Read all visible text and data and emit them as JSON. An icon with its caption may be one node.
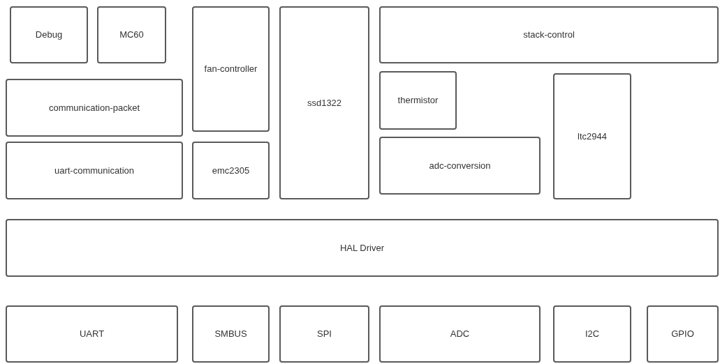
{
  "diagram": {
    "nodes": [
      {
        "text": [
          "Debug"
        ]
      },
      {
        "text": [
          "MC60"
        ]
      },
      {
        "text": [
          "fan-controller"
        ]
      },
      {
        "text": [
          "ssd1322"
        ]
      },
      {
        "text": [
          "stack-control"
        ]
      },
      {
        "text": [
          "communication-packet"
        ]
      },
      {
        "text": [
          "thermistor"
        ]
      },
      {
        "text": [
          "ltc2944"
        ]
      },
      {
        "text": [
          "uart-communication"
        ]
      },
      {
        "text": [
          "emc2305"
        ]
      },
      {
        "text": [
          "adc-conversion"
        ]
      },
      {
        "text": [
          "HAL Driver"
        ]
      },
      {
        "text": [
          "UART"
        ]
      },
      {
        "text": [
          "SMBUS"
        ]
      },
      {
        "text": [
          "SPI"
        ]
      },
      {
        "text": [
          "ADC"
        ]
      },
      {
        "text": [
          "I2C"
        ]
      },
      {
        "text": [
          "GPIO"
        ]
      }
    ]
  }
}
